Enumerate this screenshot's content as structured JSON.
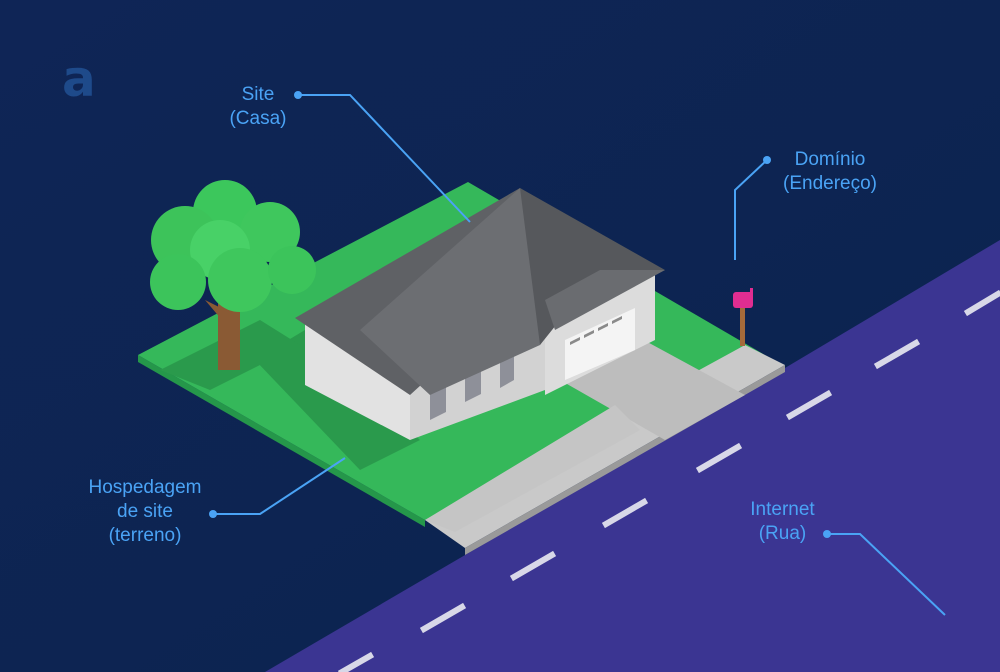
{
  "logo": "a",
  "labels": {
    "site": {
      "line1": "Site",
      "line2": "(Casa)"
    },
    "domain": {
      "line1": "Domínio",
      "line2": "(Endereço)"
    },
    "hosting": {
      "line1": "Hospedagem",
      "line2": "de site",
      "line3": "(terreno)"
    },
    "internet": {
      "line1": "Internet",
      "line2": "(Rua)"
    }
  },
  "colors": {
    "background_top": "#0f2556",
    "background_bottom": "#0c2550",
    "road": "#3b3592",
    "grass": "#35b85a",
    "roof": "#6c6e72",
    "wall": "#dedede",
    "leader": "#4aa3f5",
    "mailbox": "#e02d91"
  }
}
